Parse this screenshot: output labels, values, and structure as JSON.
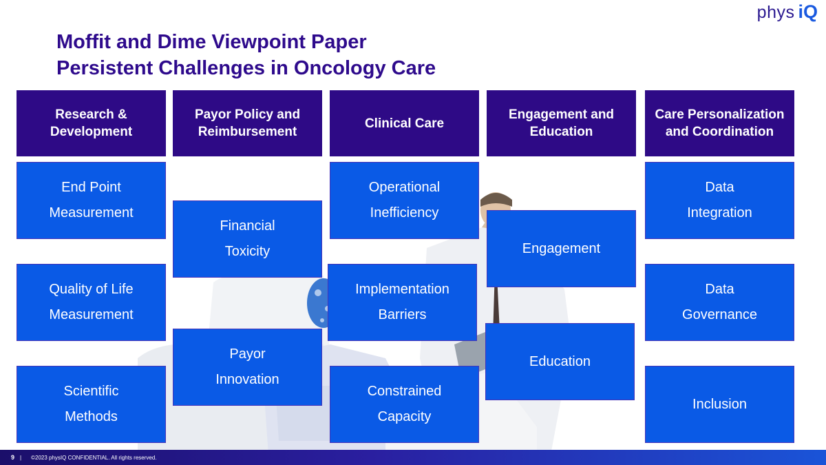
{
  "logo": {
    "text": "phys",
    "accent": "iQ"
  },
  "title": {
    "line1": "Moffit and Dime Viewpoint Paper",
    "line2": "Persistent Challenges in Oncology Care"
  },
  "columns": [
    {
      "header": "Research & Development",
      "items": [
        [
          "End Point",
          "Measurement"
        ],
        [
          "Quality of Life",
          "Measurement"
        ],
        [
          "Scientific",
          "Methods"
        ]
      ]
    },
    {
      "header": "Payor Policy and Reimbursement",
      "items": [
        [
          "Financial",
          "Toxicity"
        ],
        [
          "Payor",
          "Innovation"
        ]
      ]
    },
    {
      "header": "Clinical Care",
      "items": [
        [
          "Operational",
          "Inefficiency"
        ],
        [
          "Implementation",
          "Barriers"
        ],
        [
          "Constrained",
          "Capacity"
        ]
      ]
    },
    {
      "header": "Engagement and Education",
      "items": [
        [
          "Engagement"
        ],
        [
          "Education"
        ]
      ]
    },
    {
      "header": "Care Personalization and Coordination",
      "items": [
        [
          "Data",
          "Integration"
        ],
        [
          "Data",
          "Governance"
        ],
        [
          "Inclusion"
        ]
      ]
    }
  ],
  "footer": {
    "page": "9",
    "separator": "|",
    "copyright": "©2023 physIQ CONFIDENTIAL. All rights reserved."
  },
  "colors": {
    "title": "#2e0a8c",
    "header_bg": "#2e0a86",
    "box_bg": "#0a5ae6",
    "footer_start": "#1b0f6a",
    "footer_end": "#1a54d8"
  }
}
